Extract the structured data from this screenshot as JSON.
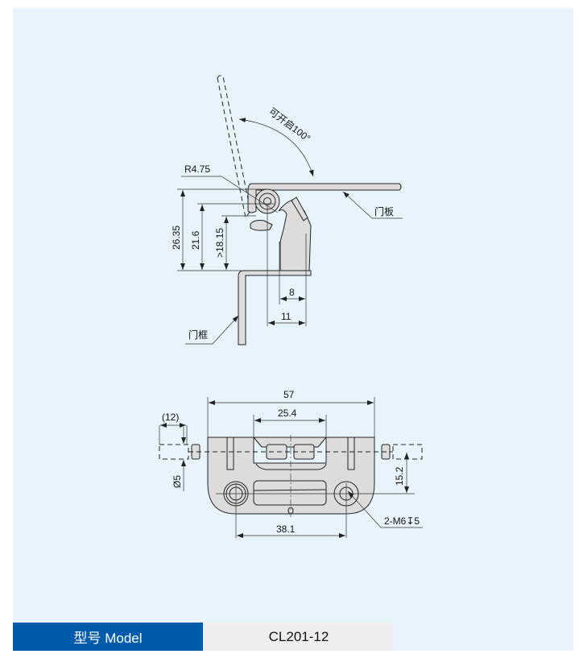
{
  "side_view": {
    "opening_angle": "可开启100°",
    "radius": "R4.75",
    "dim_total_height": "26.35",
    "dim_pivot_height": "21.6",
    "dim_min_height": ">18.15",
    "dim_8": "8",
    "dim_11": "11",
    "door_panel_label": "门板",
    "door_frame_label": "门框"
  },
  "front_view": {
    "dim_width": "57",
    "dim_center": "25.4",
    "dim_pin": "(12)",
    "dim_diameter": "Ø5",
    "dim_height": "15.2",
    "dim_hole_spacing": "38.1",
    "thread_label": "2-M6↧5"
  },
  "model": {
    "label": "型号 Model",
    "value": "CL201-12"
  }
}
